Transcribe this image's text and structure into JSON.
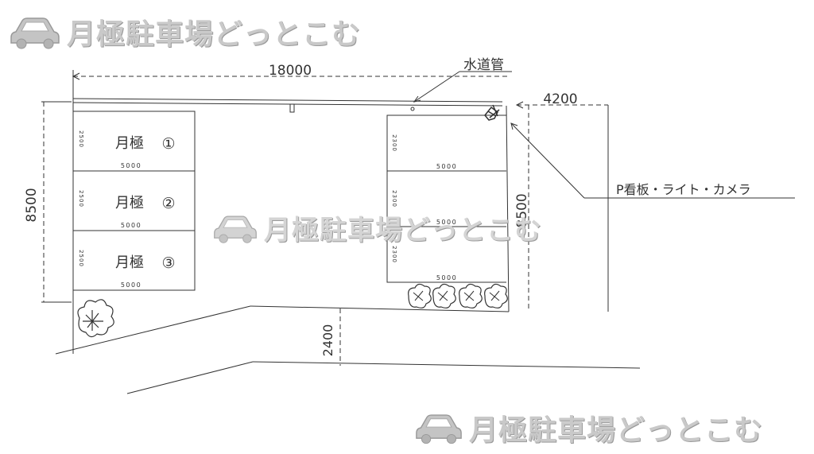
{
  "watermark": {
    "text": "月極駐車場どっとこむ",
    "icon": "car-icon",
    "color": "#c9c9c9"
  },
  "dimensions": {
    "total_width": "18000",
    "right_offset": "4200",
    "left_depth": "8500",
    "right_depth": "8500",
    "road_gap": "2400"
  },
  "labels": {
    "water_pipe": "水道管",
    "sign_light_camera": "P看板・ライト・カメラ"
  },
  "left_spaces": [
    {
      "name": "月極",
      "number": "①",
      "width": "5000",
      "depth": "2500"
    },
    {
      "name": "月極",
      "number": "②",
      "width": "5000",
      "depth": "2500"
    },
    {
      "name": "月極",
      "number": "③",
      "width": "5000",
      "depth": "2500"
    }
  ],
  "right_spaces": [
    {
      "width": "5000",
      "depth": "2300"
    },
    {
      "width": "5000",
      "depth": "2300"
    },
    {
      "width": "5000",
      "depth": "2300"
    }
  ],
  "colors": {
    "line": "#333333",
    "watermark": "#c9c9c9"
  }
}
